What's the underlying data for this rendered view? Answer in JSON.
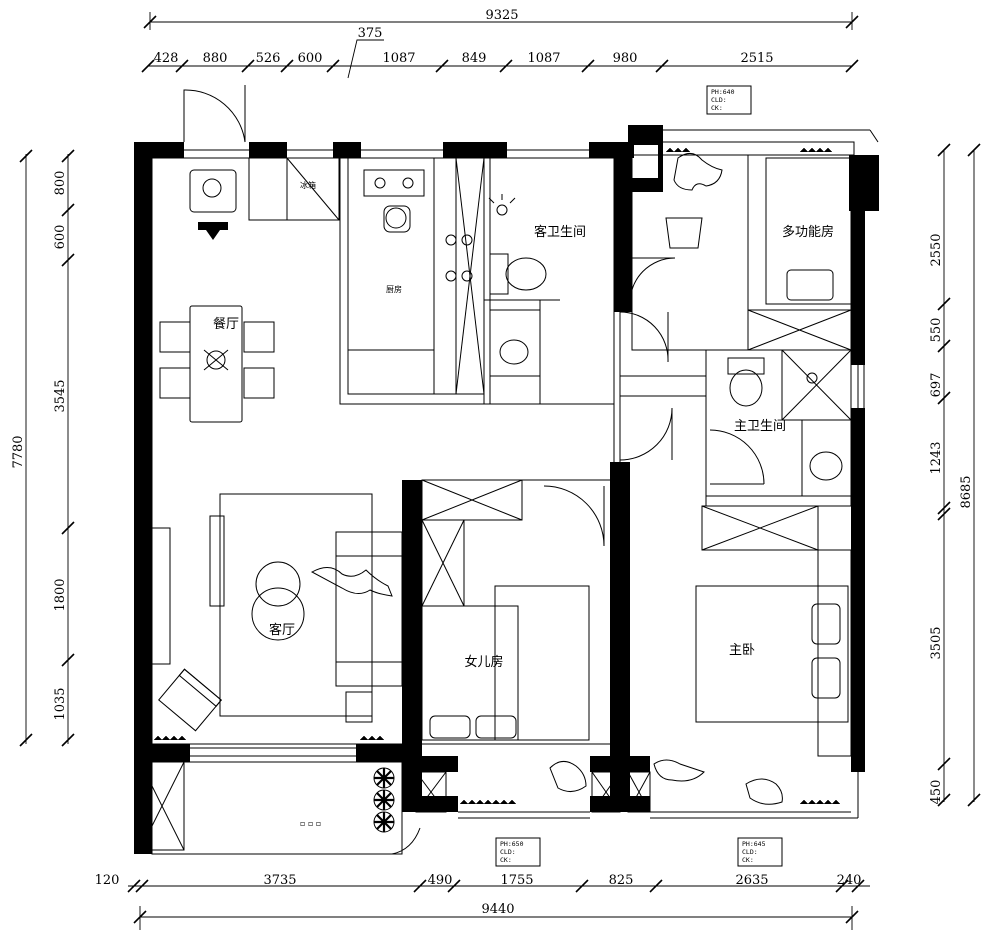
{
  "dimensions": {
    "top_total": "9325",
    "top_note": "375",
    "top_segments": [
      "428",
      "880",
      "526",
      "600",
      "1087",
      "849",
      "1087",
      "980",
      "2515"
    ],
    "bottom_segments": [
      "120",
      "3735",
      "490",
      "1755",
      "825",
      "2635",
      "240"
    ],
    "bottom_total": "9440",
    "left_total": "7780",
    "left_segments": [
      "800",
      "600",
      "3545",
      "1800",
      "1035"
    ],
    "right_total": "8685",
    "right_segments": [
      "2550",
      "550",
      "697",
      "1243",
      "3505",
      "450"
    ]
  },
  "rooms": {
    "dining": "餐厅",
    "living": "客厅",
    "kitchen": "厨房",
    "fridge": "冰箱",
    "guest_bath": "客卫生间",
    "multi_room": "多功能房",
    "master_bath": "主卫生间",
    "daughter_room": "女儿房",
    "master_bedroom": "主卧"
  },
  "window_notes": {
    "top": [
      "PH:640",
      "CLD:",
      "CK:"
    ],
    "bottom_left": [
      "PH:650",
      "CLD:",
      "CK:"
    ],
    "bottom_right": [
      "PH:645",
      "CLD:",
      "CK:"
    ]
  }
}
